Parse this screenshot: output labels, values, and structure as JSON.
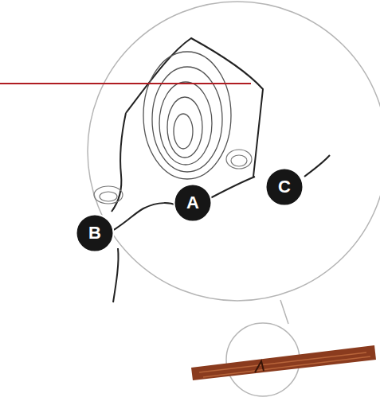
{
  "diagram": {
    "nodes": [
      {
        "text": [
          "C"
        ]
      },
      {
        "text": [
          "A"
        ]
      },
      {
        "text": [
          "B"
        ]
      }
    ]
  }
}
